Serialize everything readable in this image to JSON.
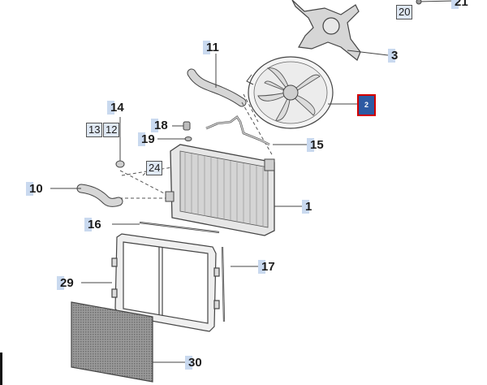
{
  "callouts": {
    "c1": "1",
    "c3": "3",
    "c10": "10",
    "c11": "11",
    "c14": "14",
    "c15": "15",
    "c16": "16",
    "c17": "17",
    "c18": "18",
    "c19": "19",
    "c21": "21",
    "c29": "29",
    "c30": "30"
  },
  "boxed": {
    "b13": "13",
    "b12": "12",
    "b20": "20",
    "b24": "24"
  },
  "selected_label": "2",
  "colors": {
    "label_tab": "#c9d9ef",
    "selected_fill": "#2d5aa3",
    "selected_border": "#d40000"
  }
}
